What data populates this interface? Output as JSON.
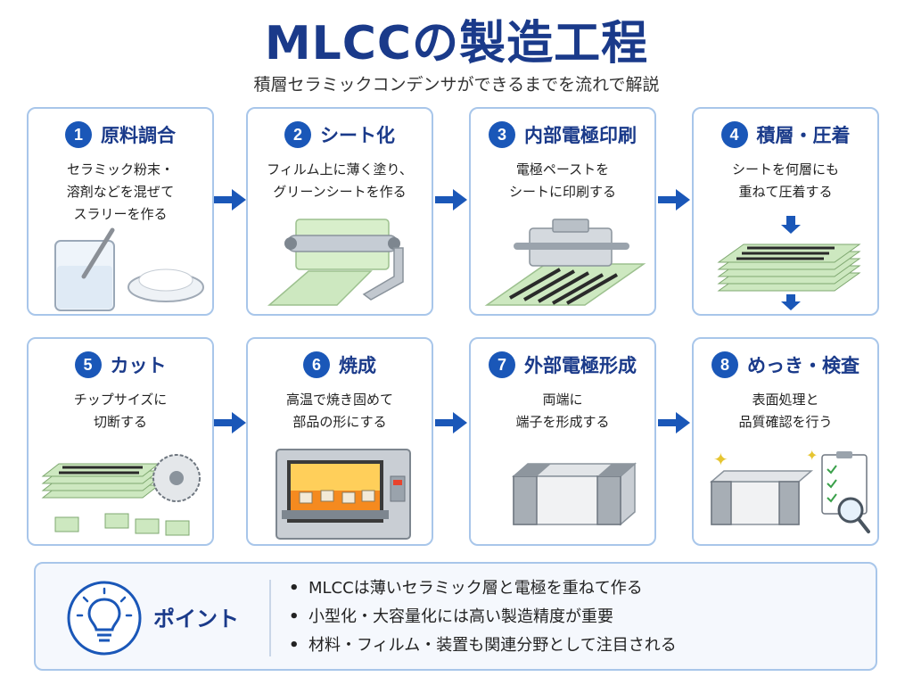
{
  "header": {
    "title": "MLCCの製造工程",
    "subtitle": "積層セラミックコンデンサができるまでを流れで解説"
  },
  "steps": [
    {
      "number": "1",
      "title": "原料調合",
      "desc": [
        "セラミック粉末・",
        "溶剤などを混ぜて",
        "スラリーを作る"
      ]
    },
    {
      "number": "2",
      "title": "シート化",
      "desc": [
        "フィルム上に薄く塗り、",
        "グリーンシートを作る"
      ]
    },
    {
      "number": "3",
      "title": "内部電極印刷",
      "desc": [
        "電極ペーストを",
        "シートに印刷する"
      ]
    },
    {
      "number": "4",
      "title": "積層・圧着",
      "desc": [
        "シートを何層にも",
        "重ねて圧着する"
      ]
    },
    {
      "number": "5",
      "title": "カット",
      "desc": [
        "チップサイズに",
        "切断する"
      ]
    },
    {
      "number": "6",
      "title": "焼成",
      "desc": [
        "高温で焼き固めて",
        "部品の形にする"
      ]
    },
    {
      "number": "7",
      "title": "外部電極形成",
      "desc": [
        "両端に",
        "端子を形成する"
      ]
    },
    {
      "number": "8",
      "title": "めっき・検査",
      "desc": [
        "表面処理と",
        "品質確認を行う"
      ]
    }
  ],
  "point": {
    "label": "ポイント",
    "bullet": "•",
    "items": [
      "MLCCは薄いセラミック層と電極を重ねて作る",
      "小型化・大容量化には高い製造精度が重要",
      "材料・フィルム・装置も関連分野として注目される"
    ]
  },
  "colors": {
    "accent": "#1a57b8",
    "title": "#1a3a8a",
    "card_border": "#a8c6ea",
    "green_sheet": "#cde8c0",
    "fire": "#f58a1f"
  },
  "icons": [
    "arrow-right-icon",
    "lightbulb-icon"
  ]
}
